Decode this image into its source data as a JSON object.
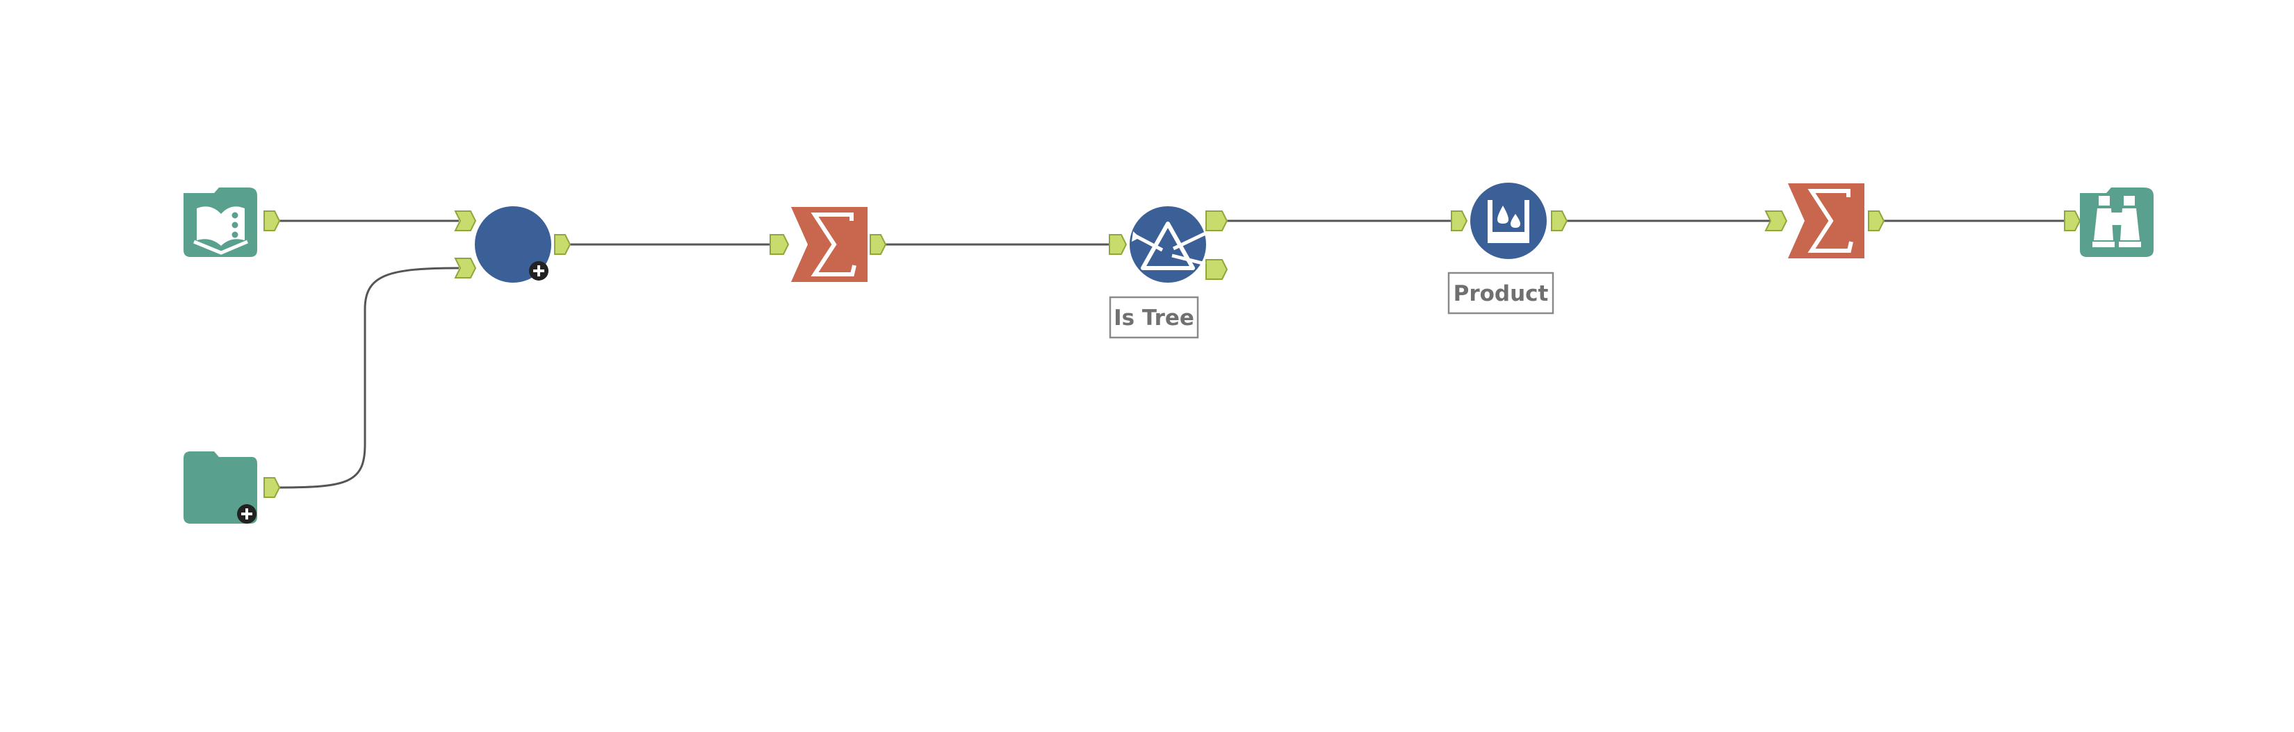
{
  "canvas": {
    "background": "#ffffff"
  },
  "colors": {
    "teal": "#5aa08e",
    "blue": "#3b6098",
    "orange": "#c9664e",
    "anchor": "#c8dc6e",
    "anchor_border": "#8ea63b",
    "connection": "#555555",
    "label_text": "#707070",
    "label_border": "#8a8a8a"
  },
  "workflow": {
    "tools": [
      {
        "id": "input-data",
        "icon": "book-icon"
      },
      {
        "id": "directory",
        "icon": "folder-icon"
      },
      {
        "id": "append-fields",
        "icon": "circle-plus-icon"
      },
      {
        "id": "summarize-1",
        "icon": "sigma-icon"
      },
      {
        "id": "is-tree",
        "icon": "filter-triangle-icon",
        "label": "Is Tree"
      },
      {
        "id": "product",
        "icon": "water-container-icon",
        "label": "Product"
      },
      {
        "id": "summarize-2",
        "icon": "sigma-icon"
      },
      {
        "id": "browse",
        "icon": "binoculars-icon"
      }
    ]
  }
}
